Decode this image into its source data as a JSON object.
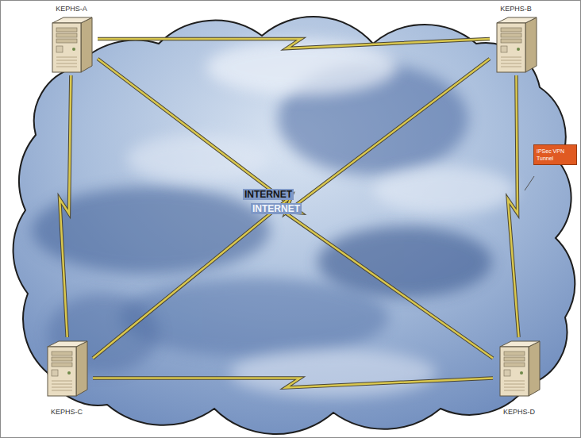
{
  "diagram": {
    "nodes": [
      {
        "text": [
          "KEPHS-A"
        ]
      },
      {
        "text": [
          "KEPHS-B"
        ]
      },
      {
        "text": [
          "KEPHS-C"
        ]
      },
      {
        "text": [
          "KEPHS-D"
        ]
      },
      {
        "text": [
          "IPSec VPN Tunnel"
        ]
      }
    ],
    "edges": [
      {
        "from": 0,
        "to": 1,
        "arrow": "none"
      },
      {
        "from": 0,
        "to": 2,
        "arrow": "none"
      },
      {
        "from": 1,
        "to": 3,
        "arrow": "none"
      },
      {
        "from": 2,
        "to": 3,
        "arrow": "none"
      },
      {
        "from": 0,
        "to": 3,
        "arrow": "none"
      },
      {
        "from": 1,
        "to": 2,
        "arrow": "none"
      }
    ],
    "labels": [
      "INTERNET",
      "INTERNET"
    ]
  }
}
